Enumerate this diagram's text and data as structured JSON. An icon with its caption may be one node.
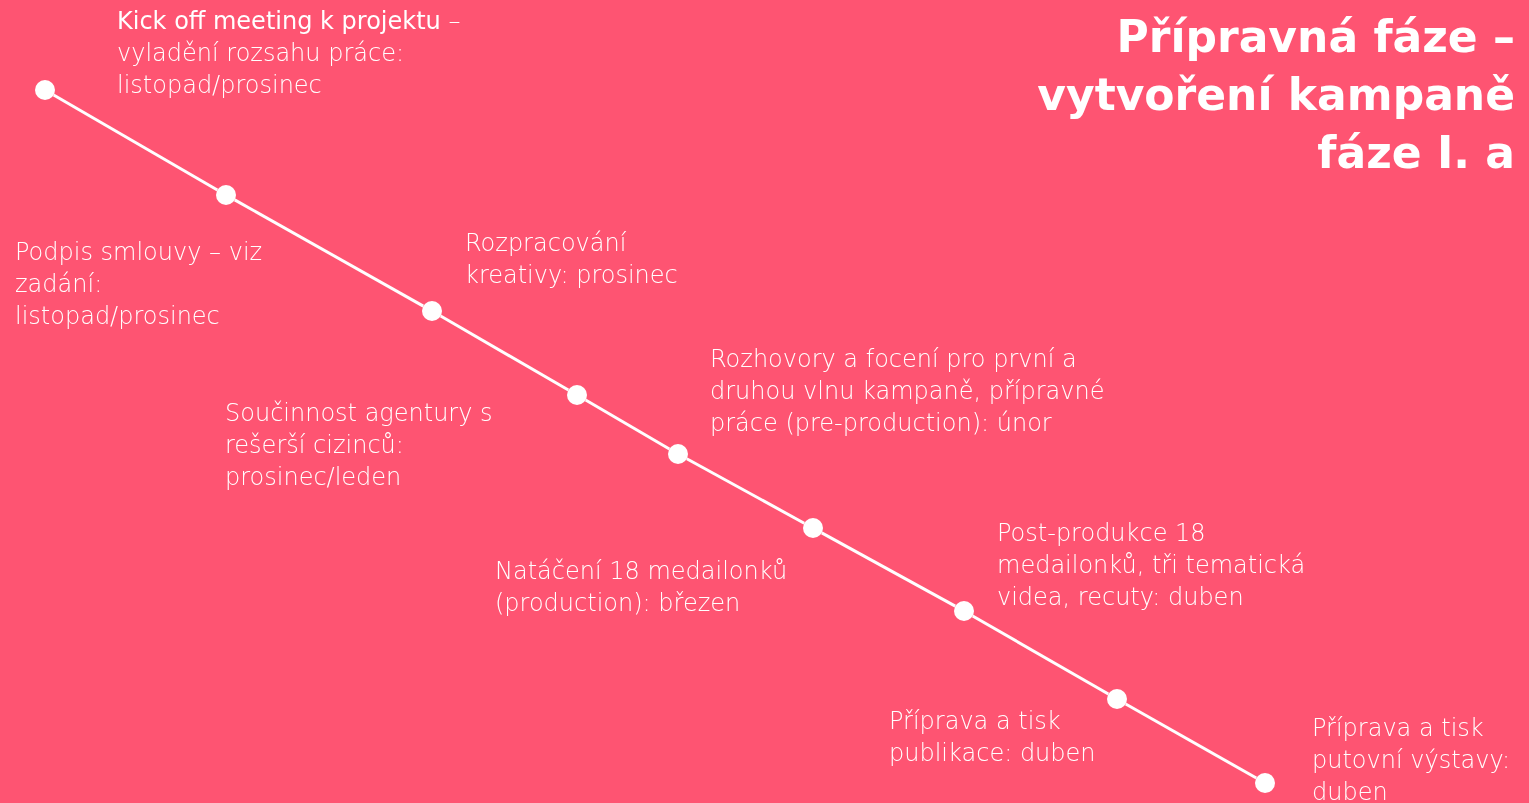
{
  "diagram": {
    "title": "Přípravná fáze – vytvoření kampaně fáze I. a",
    "nodes": [
      {
        "text": [],
        "shape": "circle",
        "beside": [
          "**Kick off meeting k projektu** – vyladění rozsahu práce: listopad/prosinec"
        ]
      },
      {
        "text": [],
        "shape": "circle",
        "beside": [
          "Podpis smlouvy – viz zadání: listopad/prosinec"
        ]
      },
      {
        "text": [],
        "shape": "circle",
        "beside": [
          "Rozpracování kreativy: prosinec"
        ]
      },
      {
        "text": [],
        "shape": "circle",
        "beside": [
          "Součinnost agentury s rešerší cizinců: prosinec/leden"
        ]
      },
      {
        "text": [],
        "shape": "circle",
        "beside": [
          "Rozhovory a focení pro první a druhou vlnu kampaně, přípravné práce (pre-production): únor"
        ]
      },
      {
        "text": [],
        "shape": "circle",
        "beside": [
          "Natáčení 18 medailonků (production): březen"
        ]
      },
      {
        "text": [],
        "shape": "circle",
        "beside": [
          "Post-produkce 18 medailonků, tři tematická videa, recuty: duben"
        ]
      },
      {
        "text": [],
        "shape": "circle",
        "beside": [
          "Příprava a tisk publikace: duben"
        ]
      },
      {
        "text": [],
        "shape": "circle",
        "beside": [
          "Příprava a tisk putovní výstavy: duben"
        ]
      }
    ],
    "edges": [
      {
        "from": 0,
        "to": 1,
        "arrow": "none"
      },
      {
        "from": 1,
        "to": 2,
        "arrow": "none"
      },
      {
        "from": 2,
        "to": 3,
        "arrow": "none"
      },
      {
        "from": 3,
        "to": 4,
        "arrow": "none"
      },
      {
        "from": 4,
        "to": 5,
        "arrow": "none"
      },
      {
        "from": 5,
        "to": 6,
        "arrow": "none"
      },
      {
        "from": 6,
        "to": 7,
        "arrow": "none"
      },
      {
        "from": 7,
        "to": 8,
        "arrow": "none"
      }
    ]
  }
}
